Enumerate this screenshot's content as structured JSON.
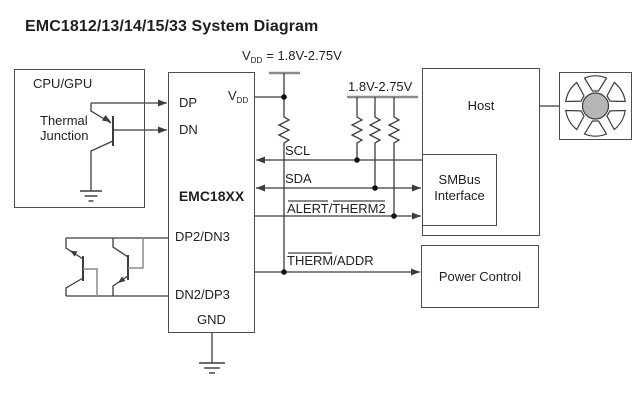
{
  "title": "EMC1812/13/14/15/33 System Diagram",
  "blocks": {
    "cpu_gpu": "CPU/GPU",
    "thermal_junction_line1": "Thermal",
    "thermal_junction_line2": "Junction",
    "emc": "EMC18XX",
    "host": "Host",
    "smbus_line1": "SMBus",
    "smbus_line2": "Interface",
    "power_control": "Power Control"
  },
  "pins": {
    "dp": "DP",
    "dn": "DN",
    "vdd_base": "V",
    "vdd_sub": "DD",
    "dp2_dn3": "DP2/DN3",
    "dn2_dp3": "DN2/DP3",
    "gnd": "GND"
  },
  "signals": {
    "scl": "SCL",
    "sda": "SDA",
    "alert_bar": "ALERT",
    "alert_sep": "/",
    "therm2_bar": "THERM2",
    "therm_bar": "THERM",
    "therm_sep": "/",
    "addr": "ADDR"
  },
  "supplies": {
    "vdd_eq_base": "V",
    "vdd_eq_sub": "DD",
    "vdd_eq_rest": "= 1.8V-2.75V",
    "pullup_rail": "1.8V-2.75V"
  },
  "icons": {
    "fan": "fan-icon",
    "ground": "ground-icon",
    "resistor": "resistor-icon",
    "transistor": "bjt-transistor-icon"
  },
  "colors": {
    "wire": "#3c3c3c",
    "rail": "#8a8a8a",
    "overline": "#8a8a8a",
    "fan_hub": "#b5b5b5",
    "box_border": "#4d4d4d",
    "text": "#1f1f1f"
  }
}
